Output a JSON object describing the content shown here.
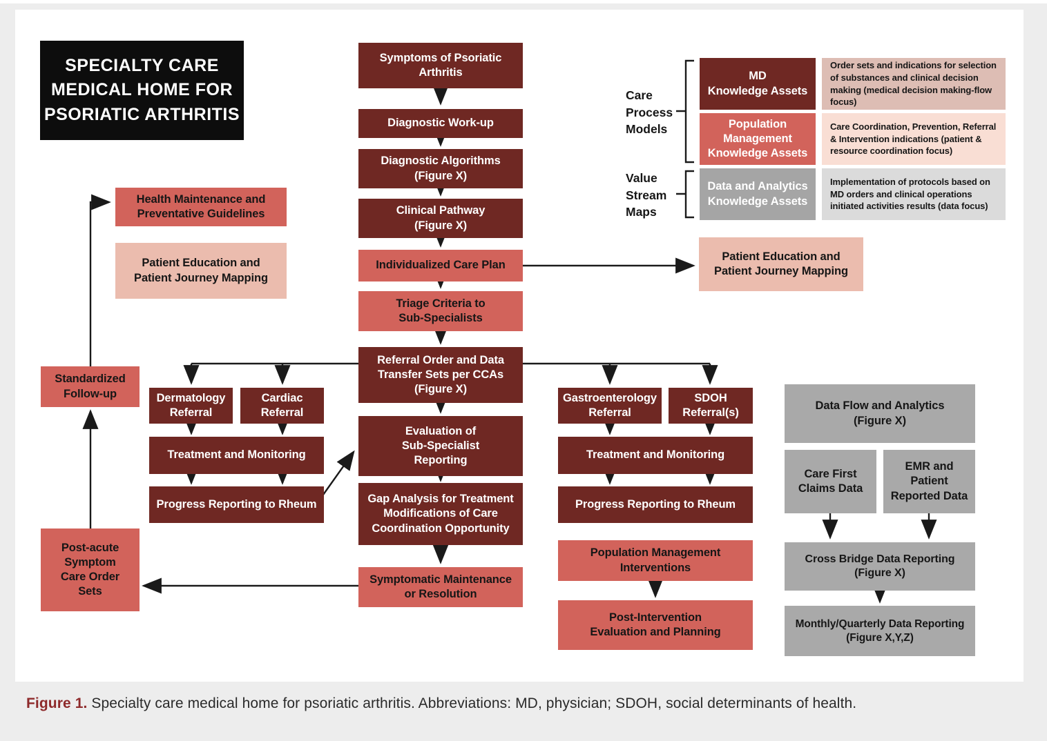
{
  "figure": {
    "title": "SPECIALTY CARE\nMEDICAL HOME FOR\nPSORIATIC ARTHRITIS",
    "caption_label": "Figure 1.",
    "caption_text": " Specialty care medical home for psoriatic arthritis. Abbreviations: MD, physician; SDOH, social determinants of health."
  },
  "colors": {
    "maroon": "#6f2823",
    "salmon": "#d2635b",
    "light_pink": "#ebbcae",
    "legend_desc_dusty": "#ddbdb4",
    "legend_desc_pale": "#f9ded4",
    "legend_desc_gray": "#dbdbdb",
    "gray_box": "#a9a9a9",
    "page_gray": "#ededed",
    "caption_red": "#8e2a2b",
    "black_box": "#0d0d0d"
  },
  "legend": {
    "group1_label": "Care\nProcess\nModels",
    "group2_label": "Value\nStream\nMaps",
    "md_assets": "MD\nKnowledge Assets",
    "md_desc": "Order sets and indications for selection of substances and clinical decision making (medical decision making-flow focus)",
    "population_assets": "Population\nManagement\nKnowledge Assets",
    "population_desc": "Care Coordination, Prevention, Referral & Intervention indications (patient & resource coordination focus)",
    "data_assets": "Data and Analytics\nKnowledge Assets",
    "data_desc": "Implementation of protocols based on MD orders and clinical operations initiated activities results (data focus)"
  },
  "nodes": {
    "symptoms": "Symptoms of Psoriatic\nArthritis",
    "diagnostic_workup": "Diagnostic Work-up",
    "diagnostic_algorithms": "Diagnostic Algorithms\n(Figure X)",
    "clinical_pathway": "Clinical Pathway\n(Figure X)",
    "individualized_care_plan": "Individualized Care Plan",
    "triage_criteria": "Triage Criteria to\nSub-Specialists",
    "referral_order": "Referral Order and Data\nTransfer Sets per CCAs\n(Figure X)",
    "evaluation": "Evaluation of\nSub-Specialist\nReporting",
    "gap_analysis": "Gap Analysis for Treatment\nModifications of Care\nCoordination Opportunity",
    "symptomatic_maintenance": "Symptomatic Maintenance\nor Resolution",
    "health_maintenance": "Health Maintenance and\nPreventative Guidelines",
    "patient_education_left": "Patient Education and\nPatient Journey Mapping",
    "standardized_followup": "Standardized\nFollow-up",
    "post_acute": "Post-acute\nSymptom\nCare Order\nSets",
    "dermatology_referral": "Dermatology\nReferral",
    "cardiac_referral": "Cardiac\nReferral",
    "treatment_monitoring_left": "Treatment and Monitoring",
    "progress_reporting_left": "Progress Reporting to Rheum",
    "gastroenterology_referral": "Gastroenterology\nReferral",
    "sdoh_referral": "SDOH\nReferral(s)",
    "treatment_monitoring_right": "Treatment and Monitoring",
    "progress_reporting_right": "Progress Reporting to Rheum",
    "population_interventions": "Population Management\nInterventions",
    "post_intervention": "Post-Intervention\nEvaluation and Planning",
    "patient_education_right": "Patient Education and\nPatient Journey Mapping",
    "data_flow": "Data Flow and Analytics\n(Figure X)",
    "care_first": "Care First\nClaims Data",
    "emr": "EMR and\nPatient\nReported Data",
    "cross_bridge": "Cross Bridge Data Reporting\n(Figure X)",
    "monthly_reporting": "Monthly/Quarterly Data Reporting\n(Figure X,Y,Z)"
  }
}
